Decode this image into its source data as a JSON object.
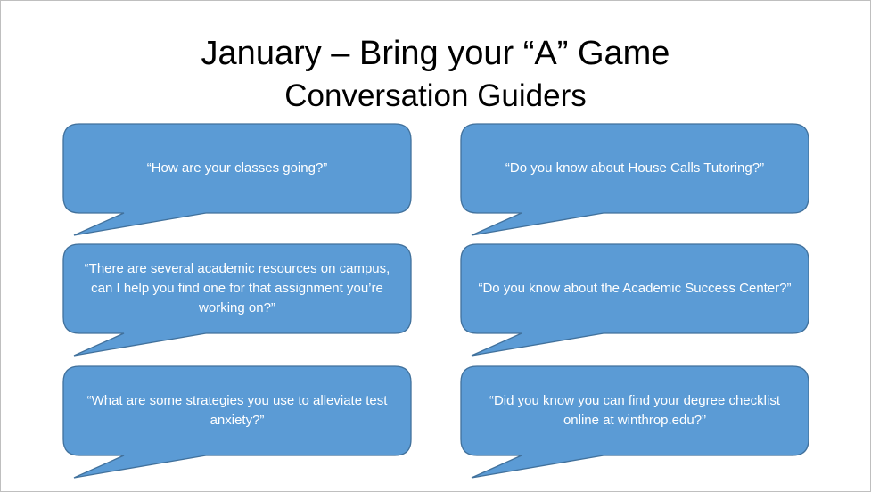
{
  "slide": {
    "title": "January – Bring your “A” Game",
    "subtitle": "Conversation Guiders"
  },
  "bubbles": [
    {
      "text": "“How are your classes going?”"
    },
    {
      "text": "“Do you know about House Calls Tutoring?”"
    },
    {
      "text": "“There are several academic resources on campus, can I help you find one for that assignment you’re working on?”"
    },
    {
      "text": "“Do you know about the Academic Success Center?”"
    },
    {
      "text": "“What are some strategies you use to alleviate test anxiety?”"
    },
    {
      "text": "“Did you know you can find your degree checklist online at winthrop.edu?”"
    }
  ],
  "colors": {
    "bubble_fill": "#5b9bd5",
    "bubble_border": "#41719c",
    "bubble_text": "#ffffff",
    "title_text": "#000000"
  }
}
